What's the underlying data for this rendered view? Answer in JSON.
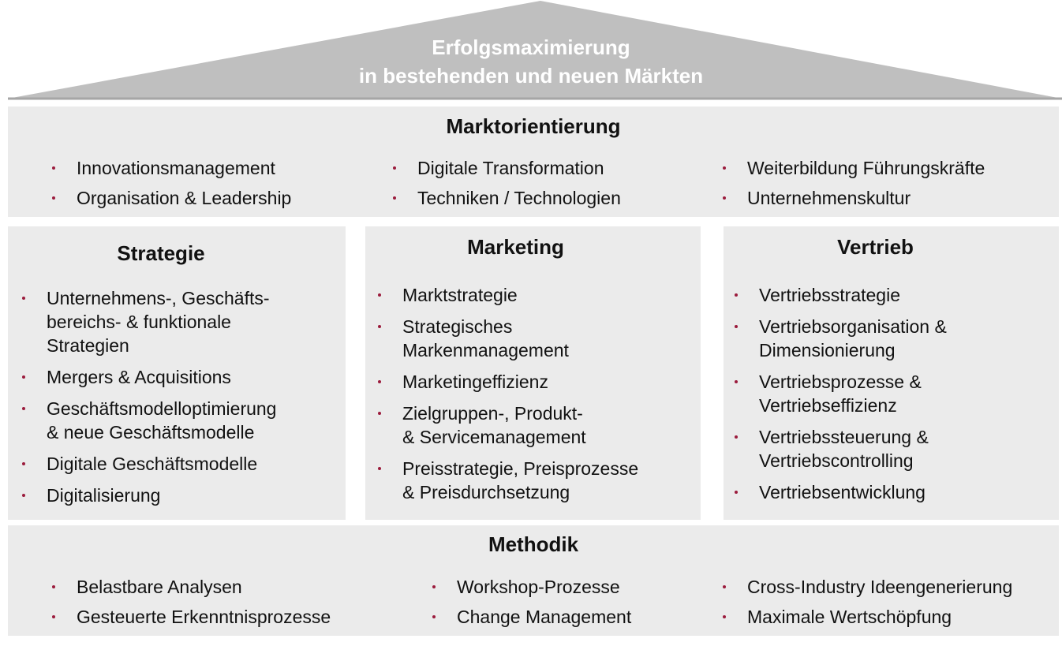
{
  "colors": {
    "roof_fill": "#bfbfbf",
    "roof_edge": "#a6a6a6",
    "box_fill": "#ebebeb",
    "bullet": "#9b1b3c"
  },
  "roof": {
    "line1": "Erfolgsmaximierung",
    "line2": "in bestehenden und neuen Märkten"
  },
  "marktorientierung": {
    "title": "Marktorientierung",
    "col1": [
      "Innovationsmanagement",
      "Organisation & Leadership"
    ],
    "col2": [
      "Digitale Transformation",
      "Techniken / Technologien"
    ],
    "col3": [
      "Weiterbildung Führungskräfte",
      "Unternehmenskultur"
    ]
  },
  "strategie": {
    "title": "Strategie",
    "items": [
      "Unternehmens-, Geschäfts-\nbereichs- & funktionale\nStrategien",
      "Mergers & Acquisitions",
      "Geschäftsmodelloptimierung\n& neue Geschäftsmodelle",
      "Digitale Geschäftsmodelle",
      "Digitalisierung"
    ]
  },
  "marketing": {
    "title": "Marketing",
    "items": [
      "Marktstrategie",
      "Strategisches\nMarkenmanagement",
      "Marketingeffizienz",
      "Zielgruppen-, Produkt-\n& Servicemanagement",
      "Preisstrategie, Preisprozesse\n& Preisdurchsetzung"
    ]
  },
  "vertrieb": {
    "title": "Vertrieb",
    "items": [
      "Vertriebsstrategie",
      "Vertriebsorganisation &\nDimensionierung",
      "Vertriebsprozesse &\nVertriebseffizienz",
      "Vertriebssteuerung &\nVertriebscontrolling",
      "Vertriebsentwicklung"
    ]
  },
  "methodik": {
    "title": "Methodik",
    "col1": [
      "Belastbare Analysen",
      "Gesteuerte Erkenntnisprozesse"
    ],
    "col2": [
      "Workshop-Prozesse",
      "Change Management"
    ],
    "col3": [
      "Cross-Industry Ideengenerierung",
      "Maximale Wertschöpfung"
    ]
  }
}
